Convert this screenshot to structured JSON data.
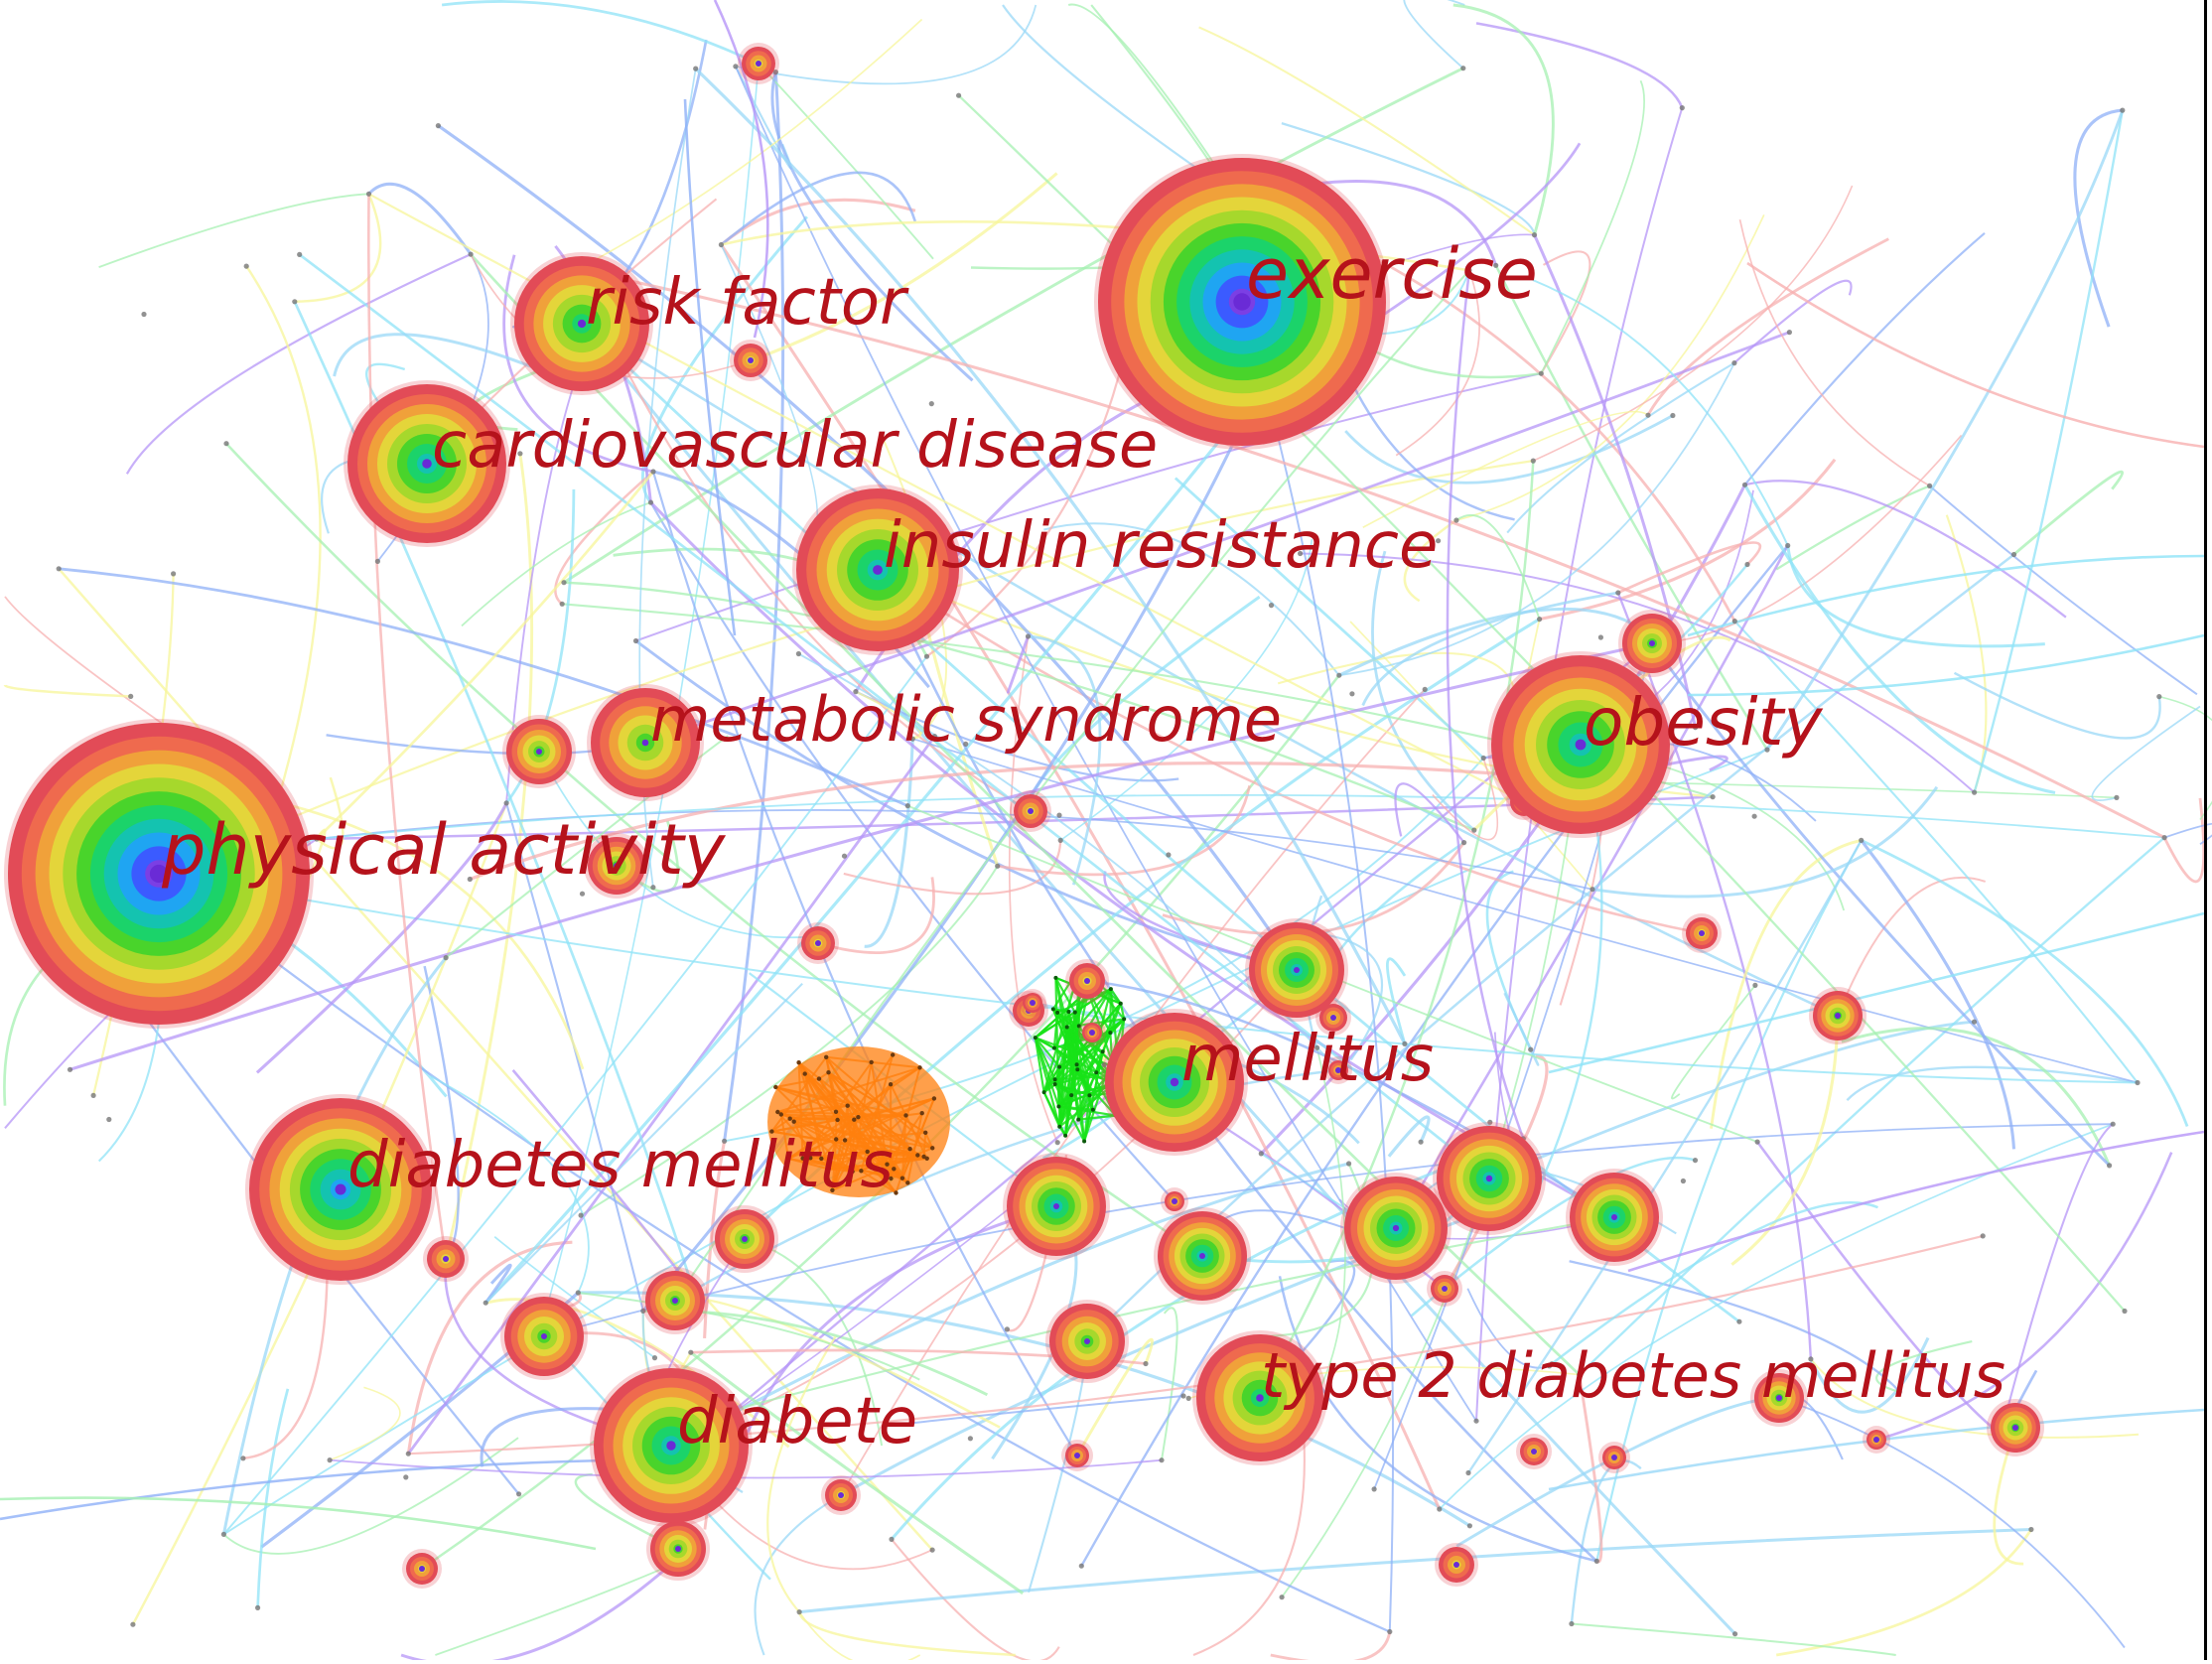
{
  "colors": {
    "background": "#ffffff",
    "label": "#b5121b",
    "ring_palette": [
      "#7b3fe4",
      "#3b5bff",
      "#1fa5f2",
      "#14c3b0",
      "#1bd36a",
      "#49d42b",
      "#a6d82c",
      "#e4d53a",
      "#f0a13a",
      "#ef6a4e",
      "#e24b57"
    ],
    "link_palette": [
      "#b695f7",
      "#8fb0f7",
      "#8fe3f7",
      "#a5f0b2",
      "#f7f59a",
      "#f7b0b0",
      "#9ad8f7"
    ],
    "orange_cluster": "#ff7f0e",
    "green_cluster": "#17e317"
  },
  "keywords": [
    {
      "label": "exercise",
      "rings": 11
    },
    {
      "label": "physical activity",
      "rings": 11
    },
    {
      "label": "risk factor",
      "rings": 7
    },
    {
      "label": "cardiovascular disease",
      "rings": 8
    },
    {
      "label": "insulin resistance",
      "rings": 8
    },
    {
      "label": "metabolic syndrome",
      "rings": 6
    },
    {
      "label": "obesity",
      "rings": 8
    },
    {
      "label": "mellitus",
      "rings": 8
    },
    {
      "label": "diabetes mellitus",
      "rings": 9
    },
    {
      "label": "diabete",
      "rings": 8
    },
    {
      "label": "type 2 diabetes mellitus",
      "rings": 7
    }
  ]
}
